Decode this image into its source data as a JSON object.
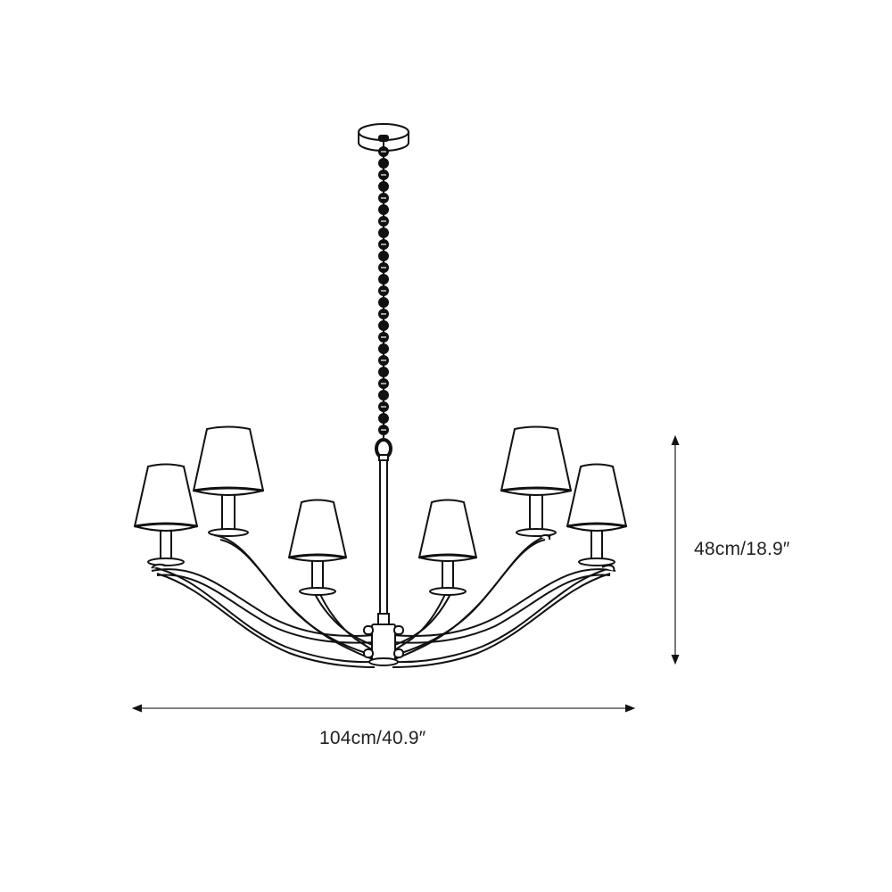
{
  "diagram": {
    "subject": "Six-arm chandelier with tapered shades hanging from ball chain",
    "line_color": "#111111",
    "dimension_line_color": "#555555",
    "background": "#ffffff"
  },
  "dimensions": {
    "width": {
      "label": "104cm/40.9″",
      "metric_cm": 104,
      "imperial_in": 40.9
    },
    "height": {
      "label": "48cm/18.9″",
      "metric_cm": 48,
      "imperial_in": 18.9
    }
  },
  "components": {
    "canopy": "ceiling-canopy",
    "chain": "ball-chain",
    "stem": "center-rod",
    "hub": "central-hub",
    "arms_count": 6,
    "shades_count": 6
  }
}
